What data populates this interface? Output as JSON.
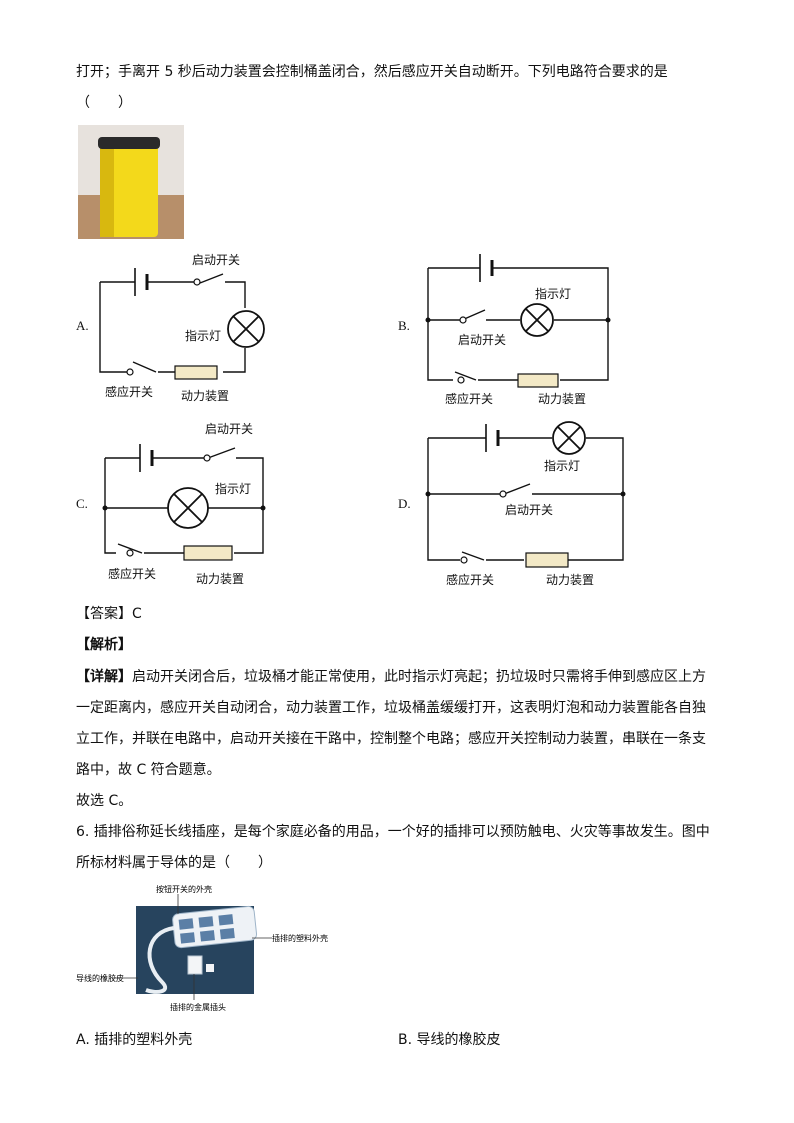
{
  "question5": {
    "stem_line1": "打开；手离开 5 秒后动力装置会控制桶盖闭合，然后感应开关自动断开。下列电路符合要求的是",
    "stem_line2": "（　　）"
  },
  "labels": {
    "start_switch": "启动开关",
    "indicator": "指示灯",
    "sensor_switch": "感应开关",
    "power_device": "动力装置"
  },
  "options": {
    "A": "A.",
    "B": "B.",
    "C": "C.",
    "D": "D."
  },
  "answer": {
    "tag": "【答案】C",
    "analysis_tag": "【解析】",
    "detail_tag": "【详解】",
    "detail_line1": "启动开关闭合后，垃圾桶才能正常使用，此时指示灯亮起；扔垃圾时只需将手伸到感应区上方",
    "detail_line2": "一定距离内，感应开关自动闭合，动力装置工作，垃圾桶盖缓缓打开，这表明灯泡和动力装置能各自独",
    "detail_line3": "立工作，并联在电路中，启动开关接在干路中，控制整个电路；感应开关控制动力装置，串联在一条支",
    "detail_line4": "路中，故 C 符合题意。",
    "conclusion": "故选 C。"
  },
  "question6": {
    "stem_line1": "6. 插排俗称延长线插座，是每个家庭必备的用品，一个好的插排可以预防触电、火灾等事故发生。图中",
    "stem_line2": "所标材料属于导体的是（　　）",
    "photo_labels": {
      "button_shell": "按钮开关的外壳",
      "plastic_shell": "插排的塑料外壳",
      "rubber": "导线的橡胶皮",
      "metal_plug": "插排的金属插头"
    },
    "option_a": "A.  插排的塑料外壳",
    "option_b": "B.  导线的橡胶皮"
  }
}
